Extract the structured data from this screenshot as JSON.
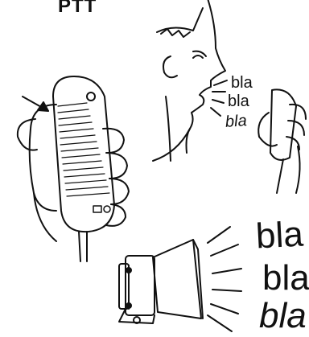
{
  "header": {
    "label": "PTT"
  },
  "speech": [
    "bla",
    "bla",
    "bla"
  ],
  "speaker_output": [
    "bla",
    "bla",
    "bla"
  ],
  "icons": {
    "microphone": "handheld-microphone-icon",
    "arrow": "arrow-pointing-to-button-icon",
    "face": "speaking-person-profile-icon",
    "loudspeaker": "horn-loudspeaker-icon"
  }
}
